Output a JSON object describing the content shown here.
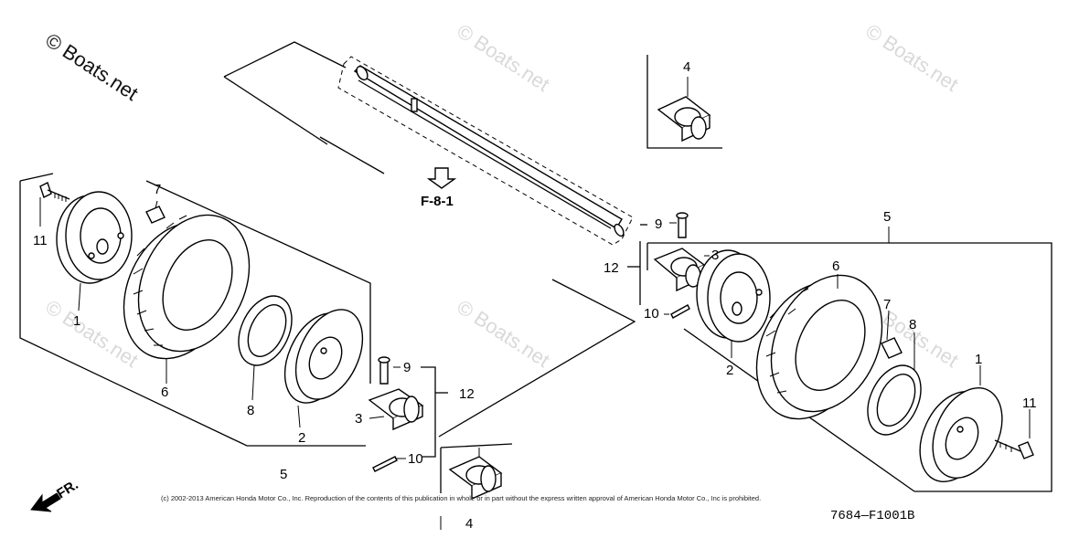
{
  "watermark": {
    "main": "© Boats.net",
    "repeat": "© Boats.net"
  },
  "reference": {
    "section": "F-8-1",
    "diagram_code": "7684—F1001B",
    "front_marker": "FR."
  },
  "copyright": "(c) 2002-2013 American Honda Motor Co., Inc. Reproduction of the contents of this publication in whole or in part without the express written approval of American Honda Motor Co., Inc is prohibited.",
  "callouts": {
    "left": {
      "p1": "1",
      "p2": "2",
      "p3": "3",
      "p4": "4",
      "p5": "5",
      "p6": "6",
      "p7": "7",
      "p8": "8",
      "p9": "9",
      "p10": "10",
      "p11": "11",
      "p12": "12"
    },
    "right": {
      "p1": "1",
      "p2": "2",
      "p3": "3",
      "p4": "4",
      "p5": "5",
      "p6": "6",
      "p7": "7",
      "p8": "8",
      "p9": "9",
      "p10": "10",
      "p11": "11",
      "p12": "12"
    }
  },
  "icons": [
    "arrow-down-icon",
    "front-arrow-icon"
  ]
}
